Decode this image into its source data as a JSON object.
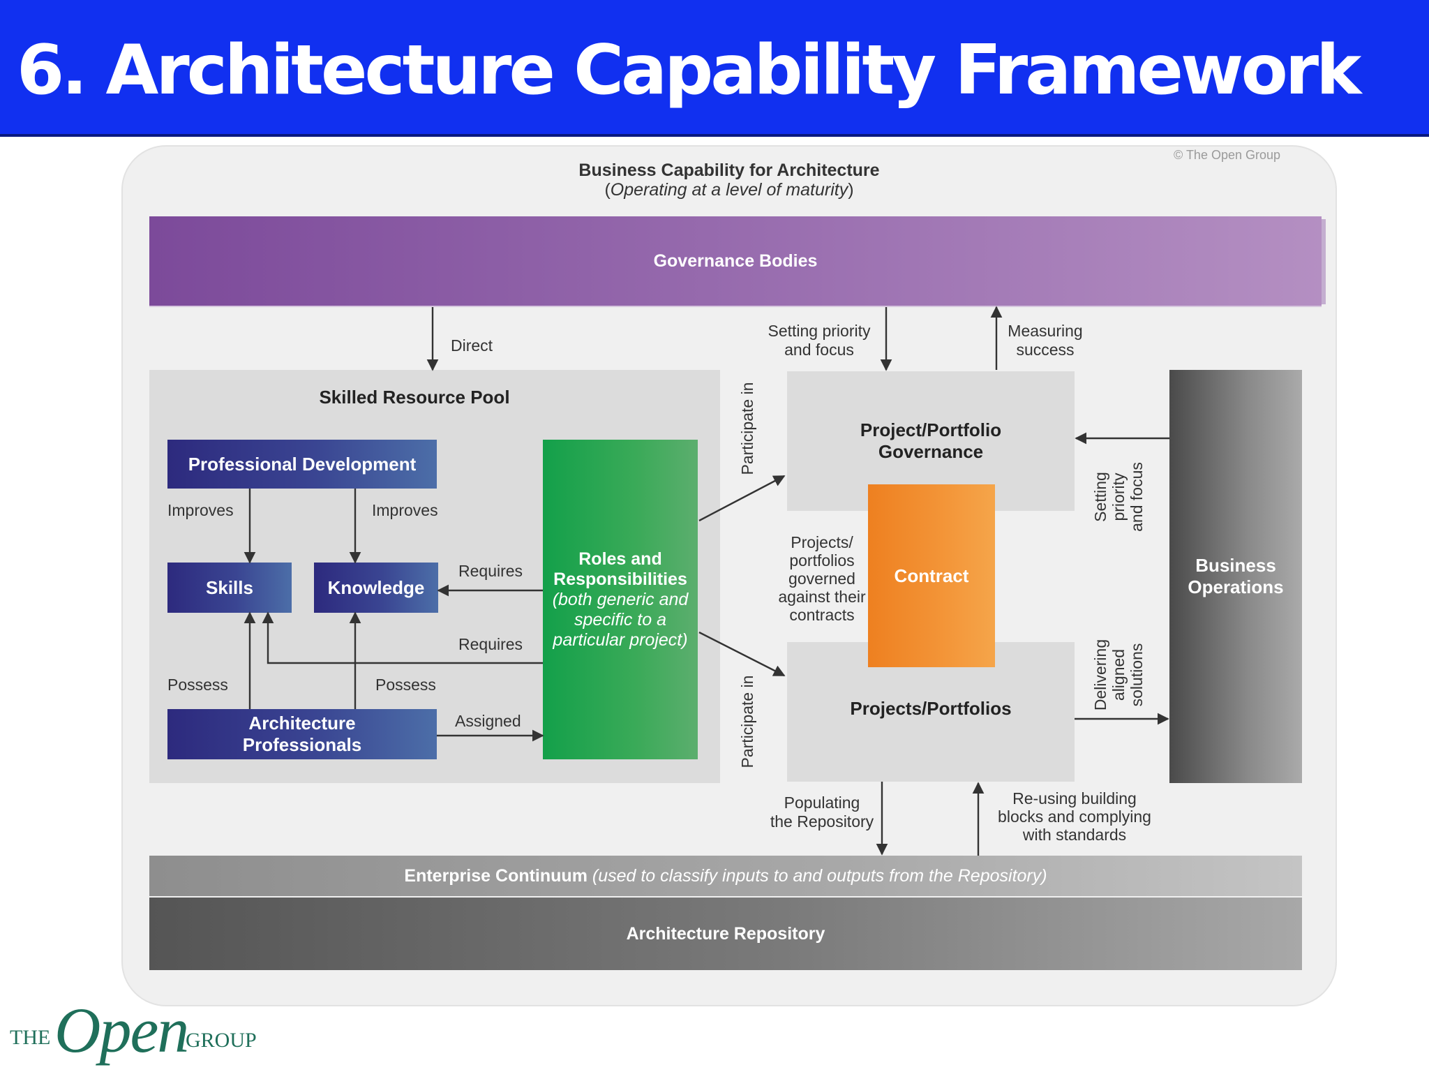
{
  "slide": {
    "title": "6. Architecture Capability Framework"
  },
  "diagram": {
    "copyright": "© The Open Group",
    "header_title": "Business Capability for Architecture",
    "header_subtitle_open": "(",
    "header_subtitle_italic": "Operating at a level of maturity",
    "header_subtitle_close": ")",
    "governance_bodies": "Governance Bodies",
    "skilled_resource_pool": "Skilled Resource Pool",
    "professional_development": "Professional Development",
    "skills": "Skills",
    "knowledge": "Knowledge",
    "architecture_professionals_line1": "Architecture",
    "architecture_professionals_line2": "Professionals",
    "roles_line1": "Roles and",
    "roles_line2": "Responsibilities",
    "roles_line3": "(both generic and",
    "roles_line4": "specific to a",
    "roles_line5": "particular project)",
    "project_governance_line1": "Project/Portfolio",
    "project_governance_line2": "Governance",
    "contract": "Contract",
    "projects_portfolios": "Projects/Portfolios",
    "business_operations_line1": "Business",
    "business_operations_line2": "Operations",
    "enterprise_continuum_bold": "Enterprise Continuum",
    "enterprise_continuum_italic": " (used to classify inputs to and outputs from the Repository)",
    "architecture_repository": "Architecture Repository"
  },
  "relations": {
    "direct": "Direct",
    "setting_priority_line1": "Setting priority",
    "setting_priority_line2": "and focus",
    "measuring_line1": "Measuring",
    "measuring_line2": "success",
    "improves_left": "Improves",
    "improves_right": "Improves",
    "requires_top": "Requires",
    "requires_bottom": "Requires",
    "possess_left": "Possess",
    "possess_right": "Possess",
    "assigned": "Assigned",
    "participate_top": "Participate in",
    "participate_bottom": "Participate in",
    "projects_governed_line1": "Projects/",
    "projects_governed_line2": "portfolios",
    "projects_governed_line3": "governed",
    "projects_governed_line4": "against their",
    "projects_governed_line5": "contracts",
    "setting_priority_v_line1": "Setting",
    "setting_priority_v_line2": "priority",
    "setting_priority_v_line3": "and focus",
    "delivering_line1": "Delivering",
    "delivering_line2": "aligned",
    "delivering_line3": "solutions",
    "populating_line1": "Populating",
    "populating_line2": "the Repository",
    "reusing_line1": "Re-using building",
    "reusing_line2": "blocks and complying",
    "reusing_line3": "with standards"
  },
  "logo": {
    "the": "THE",
    "open": "Open",
    "group": "GROUP"
  },
  "colors": {
    "title_bar": "#1130f0",
    "governance": "#8a5ba6",
    "navy_boxes": "#3a4592",
    "roles": "#13a04a",
    "contract": "#f0882a",
    "business_operations": "#6a6a6a",
    "logo": "#1f6f5a"
  }
}
